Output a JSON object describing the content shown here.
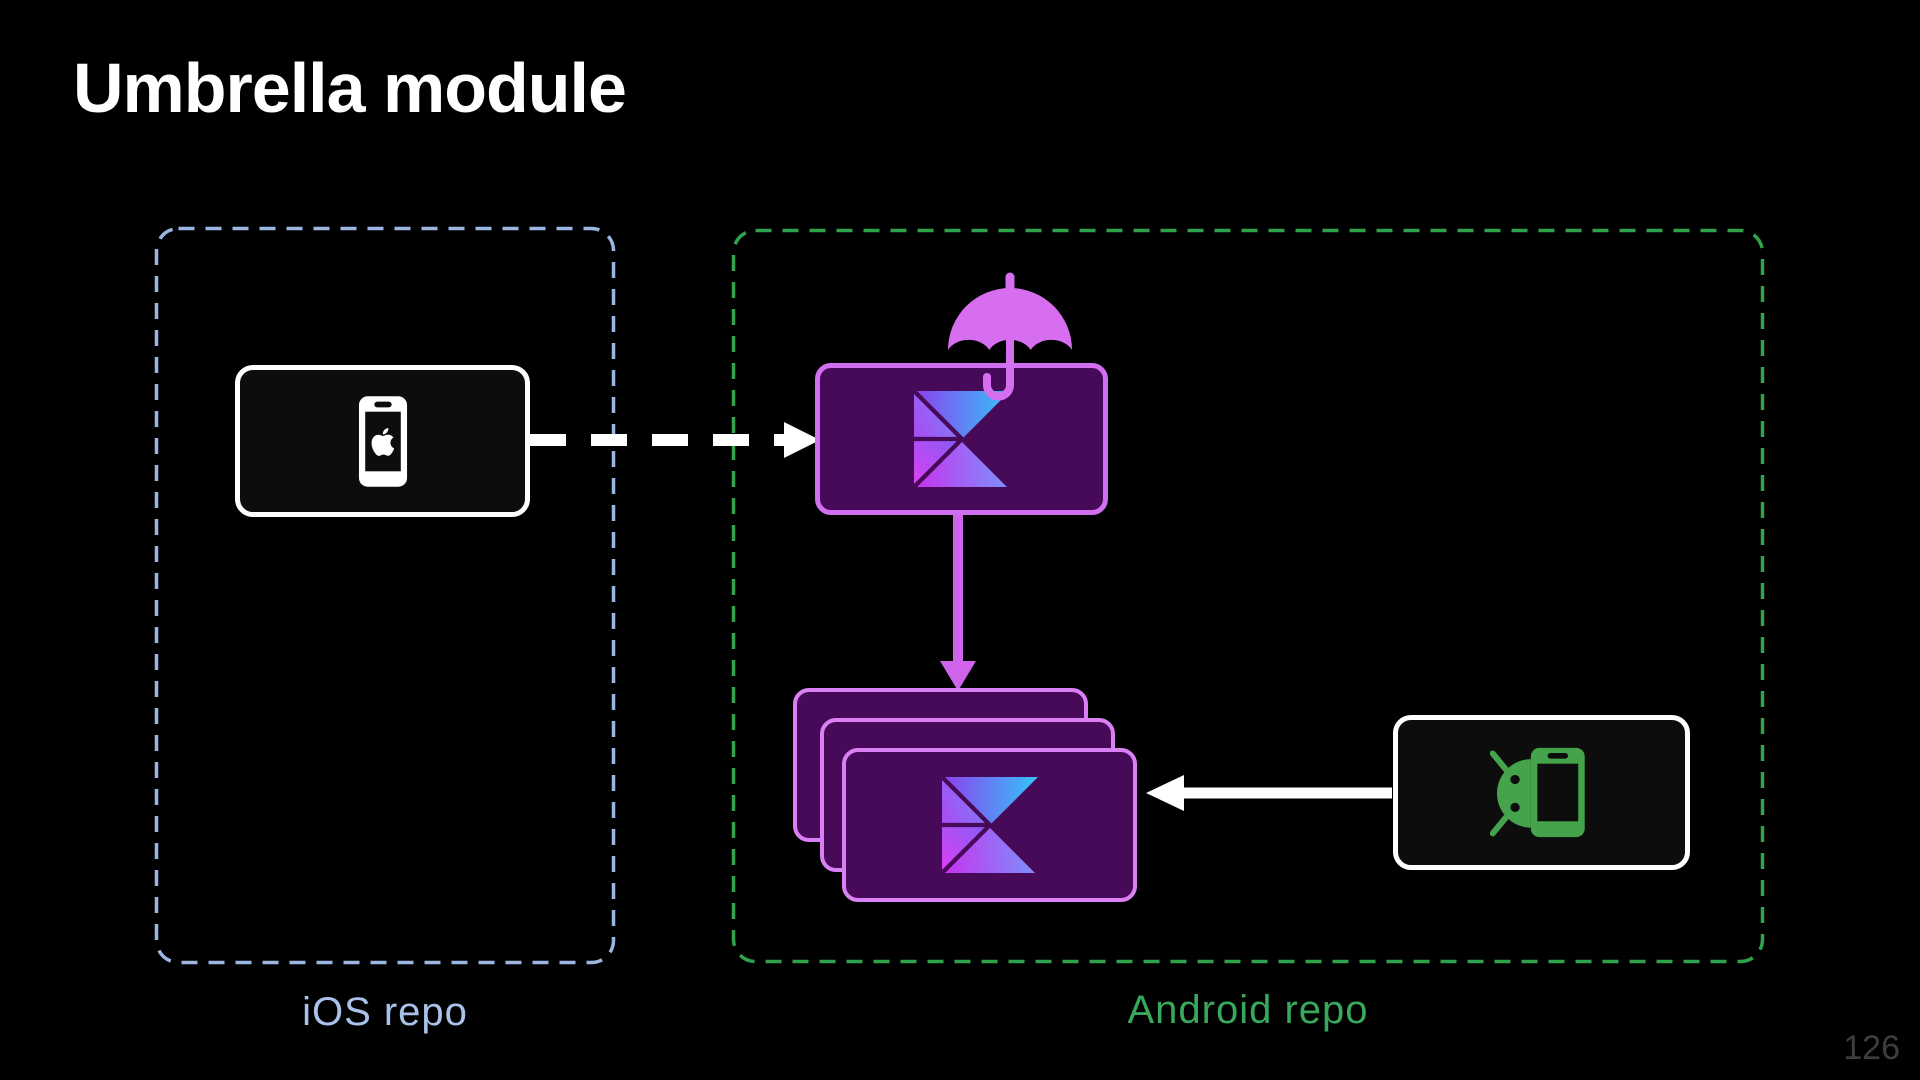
{
  "slide": {
    "title": "Umbrella module",
    "page_number": "126"
  },
  "ios_repo": {
    "label": "iOS repo",
    "border_color": "#9cb6e3",
    "label_color": "#a9c2ea",
    "card_icon": "apple-phone-icon"
  },
  "android_repo": {
    "label": "Android repo",
    "border_color": "#2fa24b",
    "label_color": "#3aa85c",
    "card_icon": "android-phone-icon"
  },
  "diagram": {
    "umbrella_module": {
      "icon": "umbrella-icon",
      "logo": "kotlin-multiplatform-logo",
      "fill": "#470a59",
      "border": "#d06ff0"
    },
    "module_stack": {
      "count": 3,
      "logo": "kotlin-multiplatform-logo"
    },
    "arrows": [
      {
        "name": "ios-to-umbrella-arrow",
        "style": "dashed",
        "color": "#ffffff"
      },
      {
        "name": "umbrella-to-modules-arrow",
        "style": "solid",
        "color": "#cf63ea"
      },
      {
        "name": "android-to-modules-arrow",
        "style": "solid",
        "color": "#ffffff"
      }
    ],
    "accent_colors": {
      "umbrella_pink": "#d76ef0",
      "android_green": "#45a34b",
      "kotlin_gradient": [
        "#8a46f0",
        "#38bdf8",
        "#dd3ef3",
        "#7e8efa"
      ]
    }
  }
}
